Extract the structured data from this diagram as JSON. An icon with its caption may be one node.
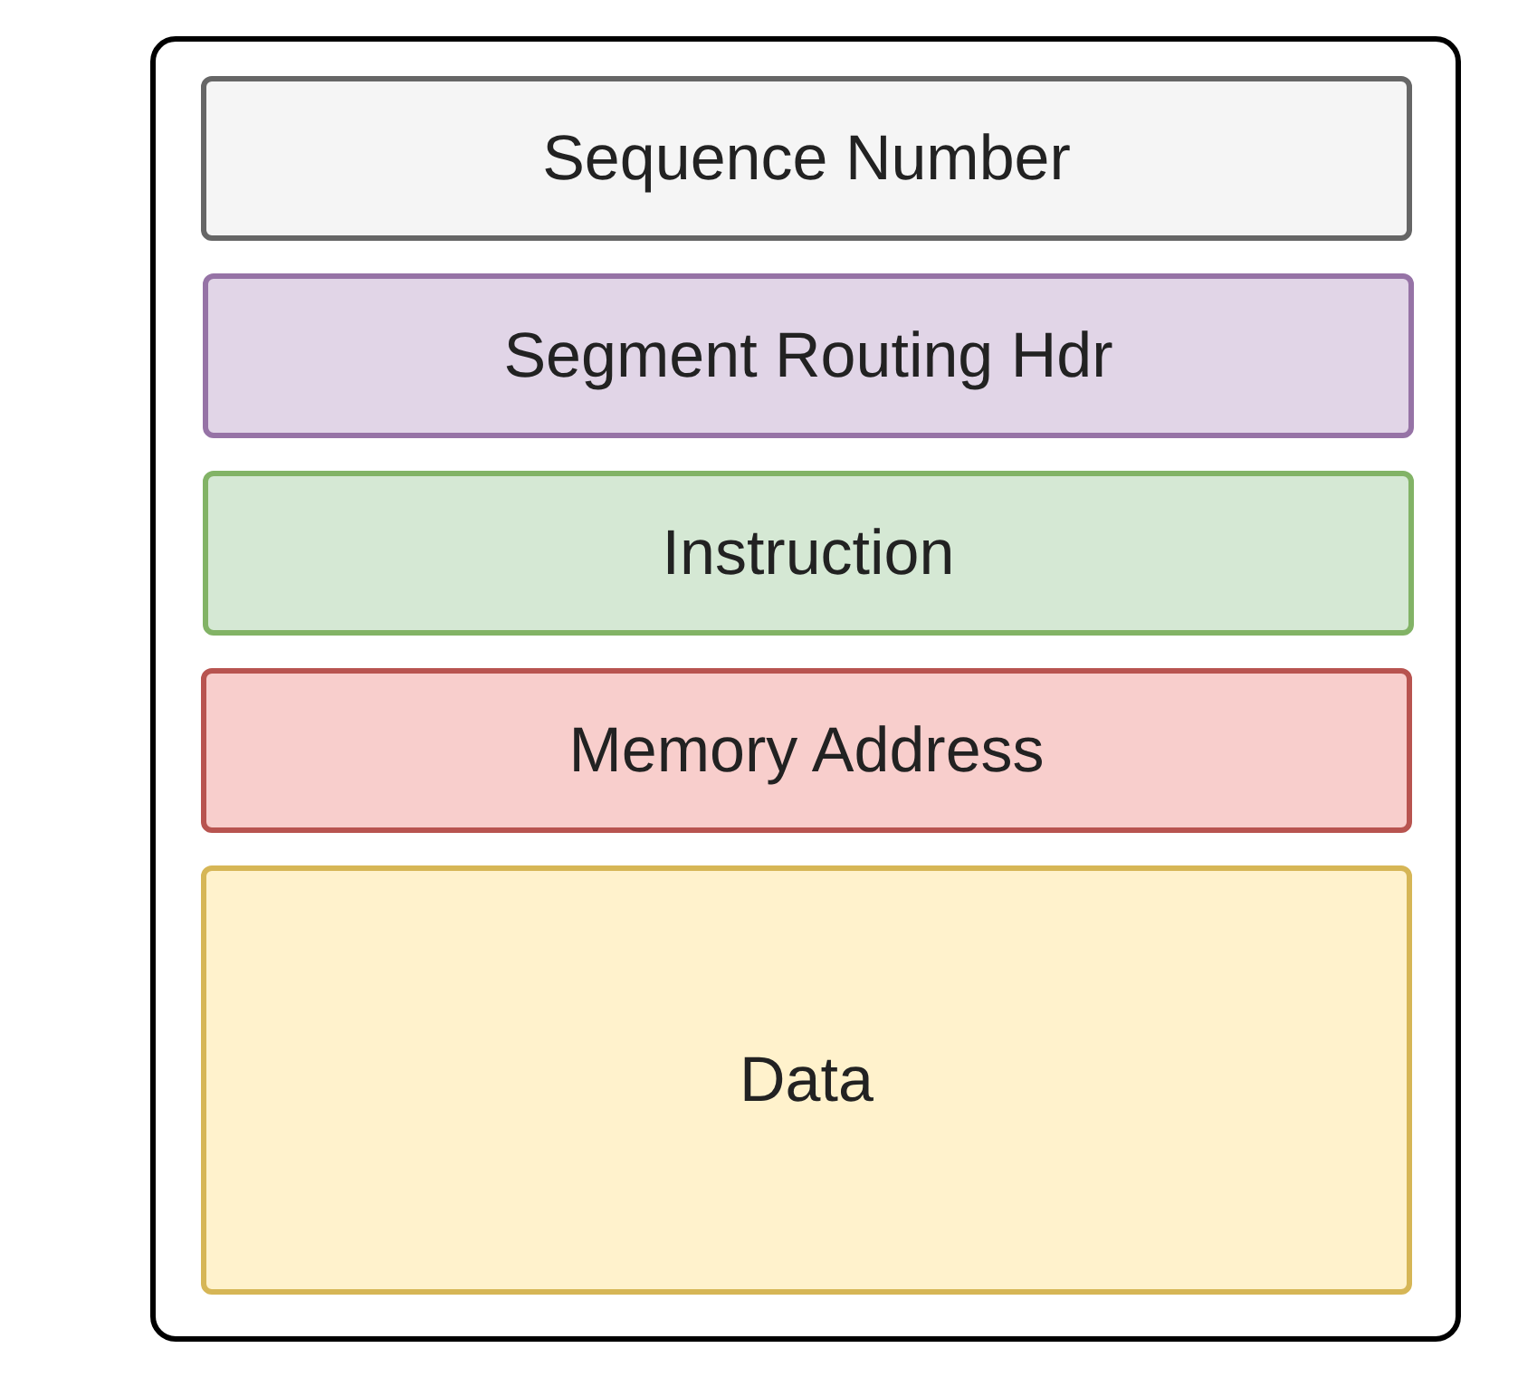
{
  "diagram": {
    "nodes": [
      {
        "text": [],
        "shape": "box"
      },
      {
        "text": [
          "Sequence Number"
        ],
        "in": 0
      },
      {
        "text": [
          "Segment Routing Hdr"
        ],
        "in": 0
      },
      {
        "text": [
          "Instruction"
        ],
        "in": 0
      },
      {
        "text": [
          "Memory Address"
        ],
        "in": 0
      },
      {
        "text": [
          "Data"
        ],
        "in": 0
      }
    ]
  }
}
